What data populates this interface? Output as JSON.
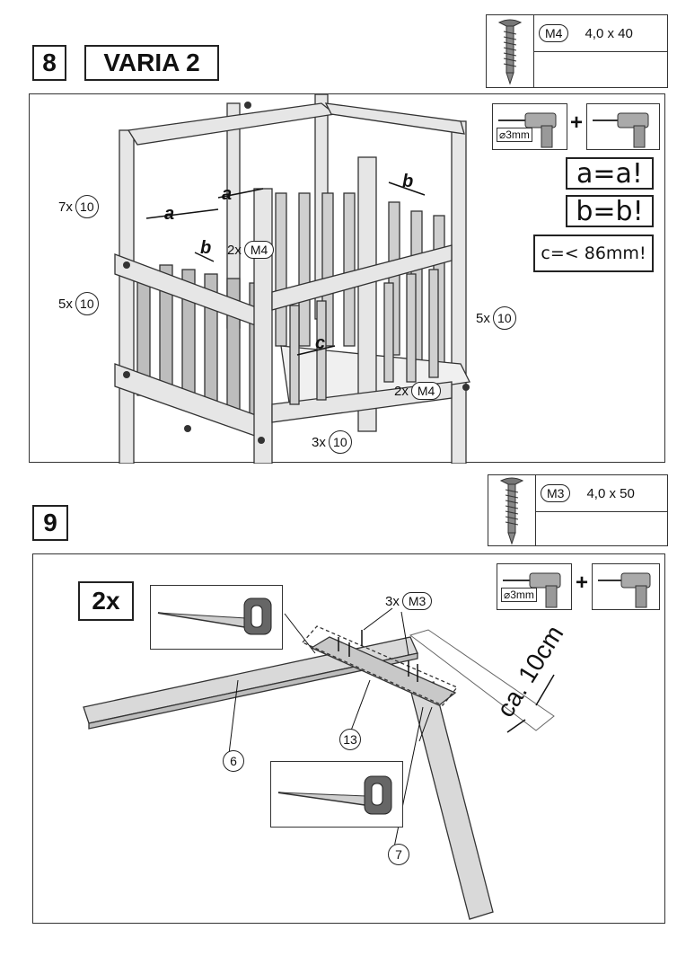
{
  "step8": {
    "number": "8",
    "title": "VARIA 2",
    "screw": {
      "code": "M4",
      "size": "4,0 x 40"
    },
    "drill_label": "⌀3mm",
    "plus": "+",
    "rule_a": "a=a!",
    "rule_b": "b=b!",
    "rule_c": "c=< 86mm!",
    "labels": {
      "a1": "a",
      "a2": "a",
      "b1": "b",
      "b2": "b",
      "c": "c"
    },
    "callouts": [
      {
        "qty": "7x",
        "part": "10"
      },
      {
        "qty": "5x",
        "part": "10"
      },
      {
        "qty": "2x",
        "part": "M4"
      },
      {
        "qty": "5x",
        "part": "10"
      },
      {
        "qty": "2x",
        "part": "M4"
      },
      {
        "qty": "3x",
        "part": "10"
      }
    ]
  },
  "step9": {
    "number": "9",
    "multiplier": "2x",
    "screw": {
      "code": "M3",
      "size": "4,0 x 50"
    },
    "drill_label": "⌀3mm",
    "plus": "+",
    "screws_callout": {
      "qty": "3x",
      "part": "M3"
    },
    "parts": {
      "p6": "6",
      "p13": "13",
      "p7": "7"
    },
    "dimension": "ca. 10cm"
  }
}
